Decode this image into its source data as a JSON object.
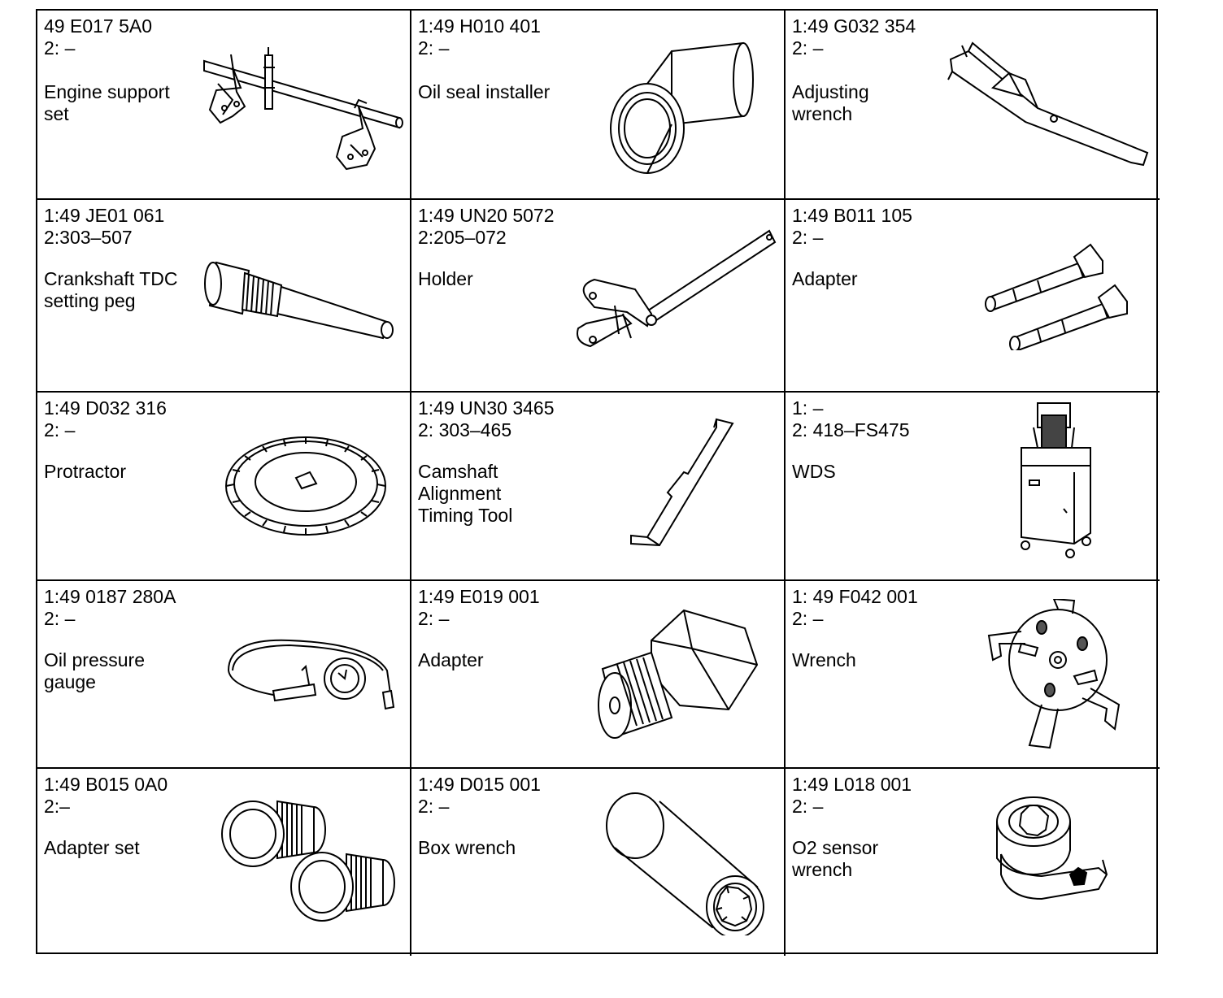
{
  "tools": [
    {
      "part": "49 E017 5A0",
      "alt": "2: –",
      "name": "Engine support\nset",
      "icon": "engine-support-set-illustration"
    },
    {
      "part": "1:49 H010 401",
      "alt": "2: –",
      "name": "Oil seal installer",
      "icon": "oil-seal-installer-illustration"
    },
    {
      "part": "1:49 G032 354",
      "alt": "2: –",
      "name": "Adjusting\nwrench",
      "icon": "adjusting-wrench-illustration"
    },
    {
      "part": "1:49 JE01 061",
      "alt": "2:303–507",
      "name": "Crankshaft TDC\nsetting peg",
      "icon": "crankshaft-tdc-peg-illustration"
    },
    {
      "part": "1:49 UN20 5072",
      "alt": "2:205–072",
      "name": "Holder",
      "icon": "holder-illustration"
    },
    {
      "part": "1:49 B011 105",
      "alt": "2: –",
      "name": "Adapter",
      "icon": "adapter-pins-illustration"
    },
    {
      "part": "1:49 D032 316",
      "alt": "2: –",
      "name": "Protractor",
      "icon": "protractor-illustration"
    },
    {
      "part": "1:49 UN30 3465",
      "alt": "2: 303–465",
      "name": "Camshaft\nAlignment\nTiming Tool",
      "icon": "camshaft-timing-tool-illustration"
    },
    {
      "part": "1: –",
      "alt": "2: 418–FS475",
      "name": "WDS",
      "icon": "wds-cart-illustration"
    },
    {
      "part": "1:49 0187 280A",
      "alt": "2: –",
      "name": "Oil pressure\ngauge",
      "icon": "oil-pressure-gauge-illustration"
    },
    {
      "part": "1:49 E019 001",
      "alt": "2: –",
      "name": "Adapter",
      "icon": "threaded-adapter-illustration"
    },
    {
      "part": "1: 49 F042 001",
      "alt": "2: –",
      "name": "Wrench",
      "icon": "three-leg-wrench-illustration"
    },
    {
      "part": "1:49 B015 0A0",
      "alt": "2:–",
      "name": "Adapter set",
      "icon": "adapter-set-illustration"
    },
    {
      "part": "1:49 D015 001",
      "alt": "2: –",
      "name": "Box wrench",
      "icon": "box-wrench-illustration"
    },
    {
      "part": "1:49 L018 001",
      "alt": "2: –",
      "name": "O2 sensor\nwrench",
      "icon": "o2-sensor-wrench-illustration"
    }
  ]
}
